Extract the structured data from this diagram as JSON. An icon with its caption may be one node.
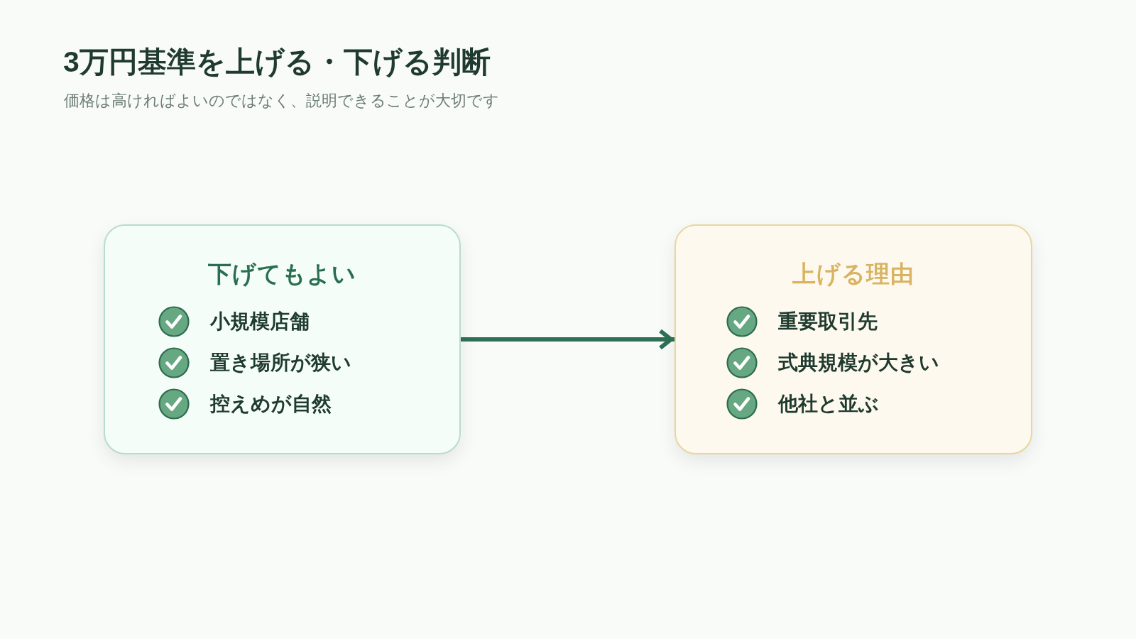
{
  "diagram": {
    "title": "3万円基準を上げる・下げる判断",
    "nodes": [
      {
        "text": [
          "下げてもよい",
          "小規模店舗",
          "置き場所が狭い",
          "控えめが自然"
        ]
      },
      {
        "text": [
          "上げる理由",
          "重要取引先",
          "式典規模が大きい",
          "他社と並ぶ"
        ]
      }
    ],
    "edges": [
      {
        "from": 0,
        "to": 1,
        "arrow": "to"
      }
    ],
    "labels": [
      "価格は高ければよいのではなく、説明できることが大切です"
    ]
  }
}
